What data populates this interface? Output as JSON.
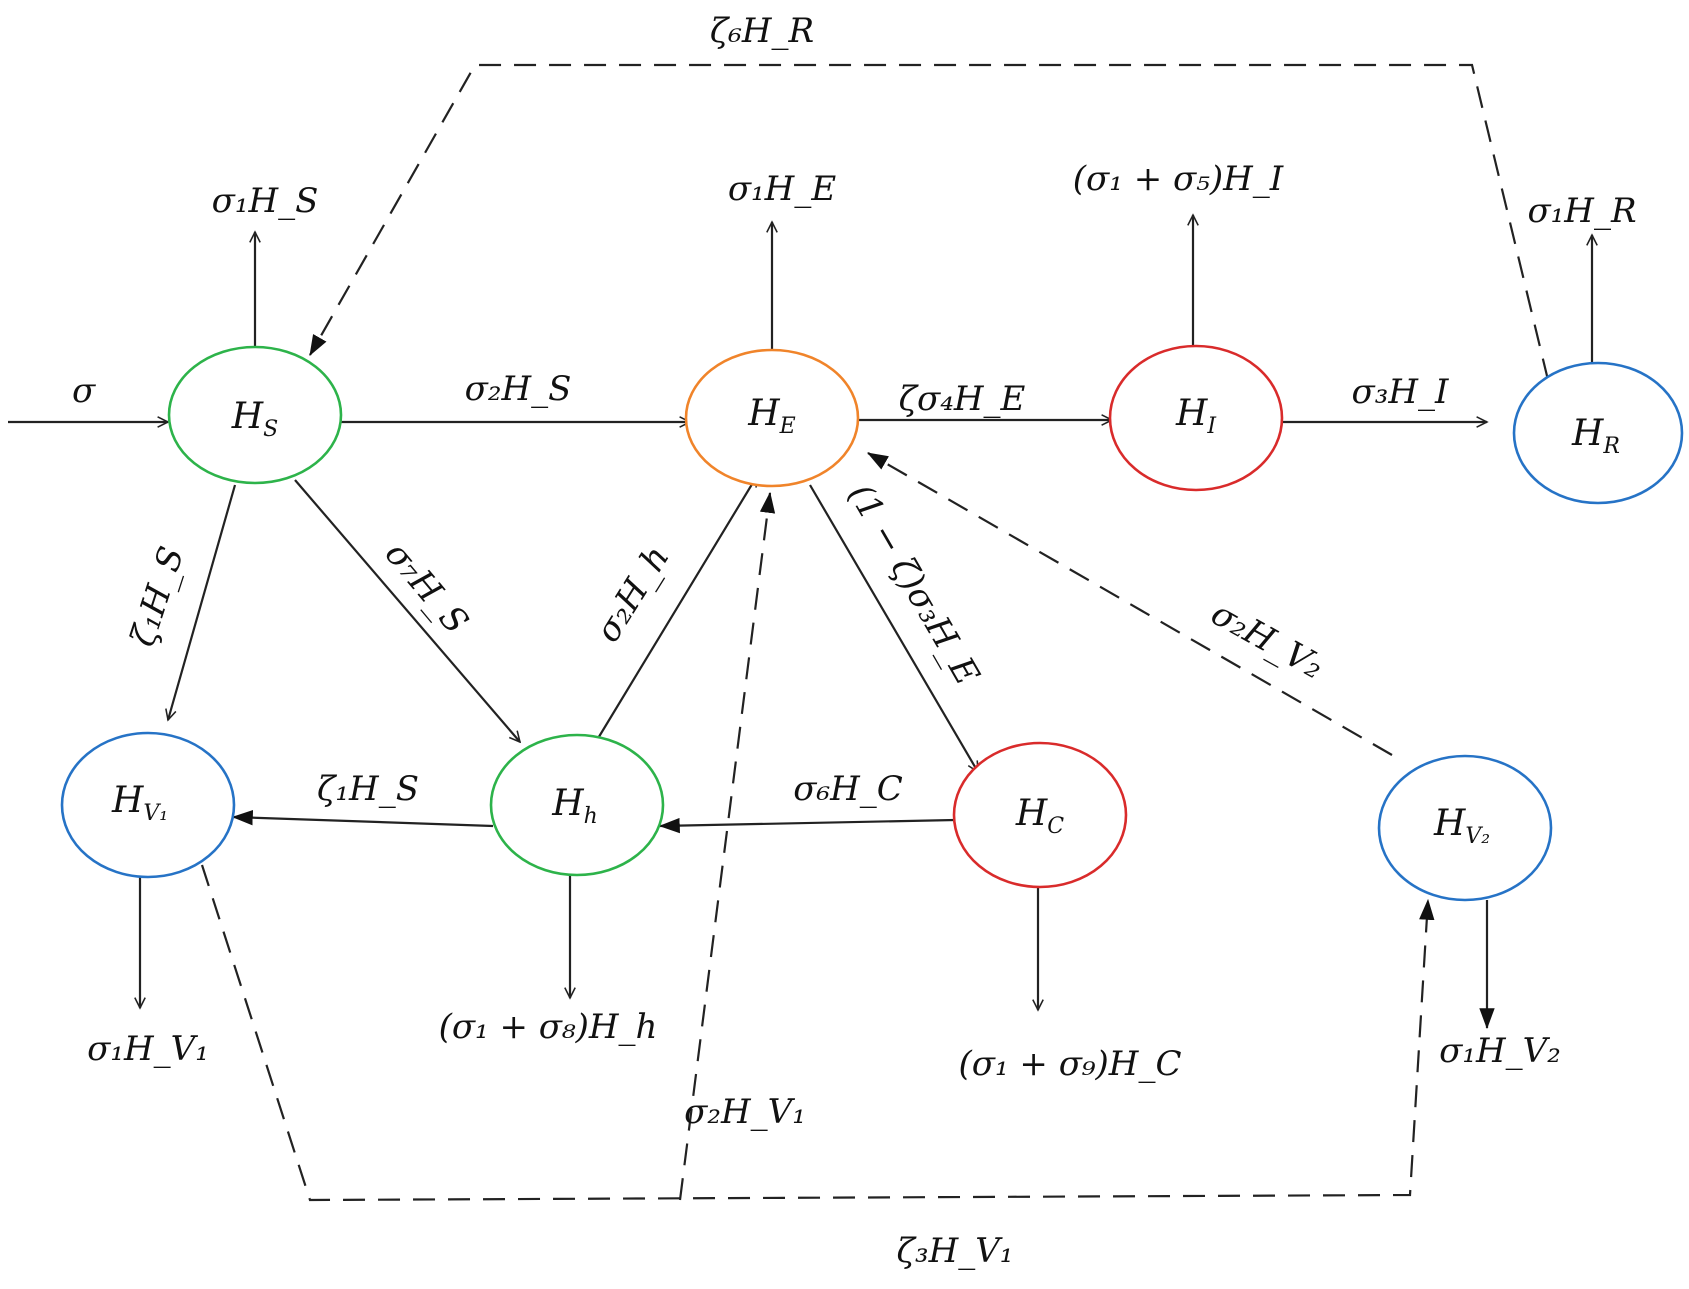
{
  "colors": {
    "green": "#2db34a",
    "orange": "#f0842a",
    "red": "#d92b2b",
    "blue": "#2673c6",
    "line": "#222222"
  },
  "nodes": {
    "HS": {
      "base": "H",
      "sub": "S",
      "color": "#2db34a"
    },
    "HE": {
      "base": "H",
      "sub": "E",
      "color": "#f0842a"
    },
    "HI": {
      "base": "H",
      "sub": "I",
      "color": "#d92b2b"
    },
    "HR": {
      "base": "H",
      "sub": "R",
      "color": "#2673c6"
    },
    "HV1": {
      "base": "H",
      "sub": "V₁",
      "color": "#2673c6"
    },
    "Hh": {
      "base": "H",
      "sub": "h",
      "color": "#2db34a"
    },
    "HC": {
      "base": "H",
      "sub": "C",
      "color": "#d92b2b"
    },
    "HV2": {
      "base": "H",
      "sub": "V₂",
      "color": "#2673c6"
    }
  },
  "labels": {
    "inflow": "σ",
    "zeta6_HR": "ζ₆H_R",
    "out_HS": "σ₁H_S",
    "out_HE": "σ₁H_E",
    "out_HI": "(σ₁ + σ₅)H_I",
    "out_HR": "σ₁H_R",
    "HS_to_HE": "σ₂H_S",
    "HE_to_HI": "ζσ₄H_E",
    "HI_to_HR": "σ₃H_I",
    "HS_to_HV1": "ζ₁H_S",
    "HS_to_Hh": "σ₇H_S",
    "Hh_to_HE": "σ₂H_h",
    "HE_to_HC": "(1 − ζ)σ₃H_E",
    "HV2_to_HE": "σ₂H_V₂",
    "Hh_to_HV1": "ζ₁H_S",
    "HC_to_Hh": "σ₆H_C",
    "out_HV1": "σ₁H_V₁",
    "out_Hh": "(σ₁ + σ₈)H_h",
    "out_HC": "(σ₁ + σ₉)H_C",
    "out_HV2": "σ₁H_V₂",
    "HV1_to_HE": "σ₂H_V₁",
    "zeta3_HV1": "ζ₃H_V₁"
  }
}
